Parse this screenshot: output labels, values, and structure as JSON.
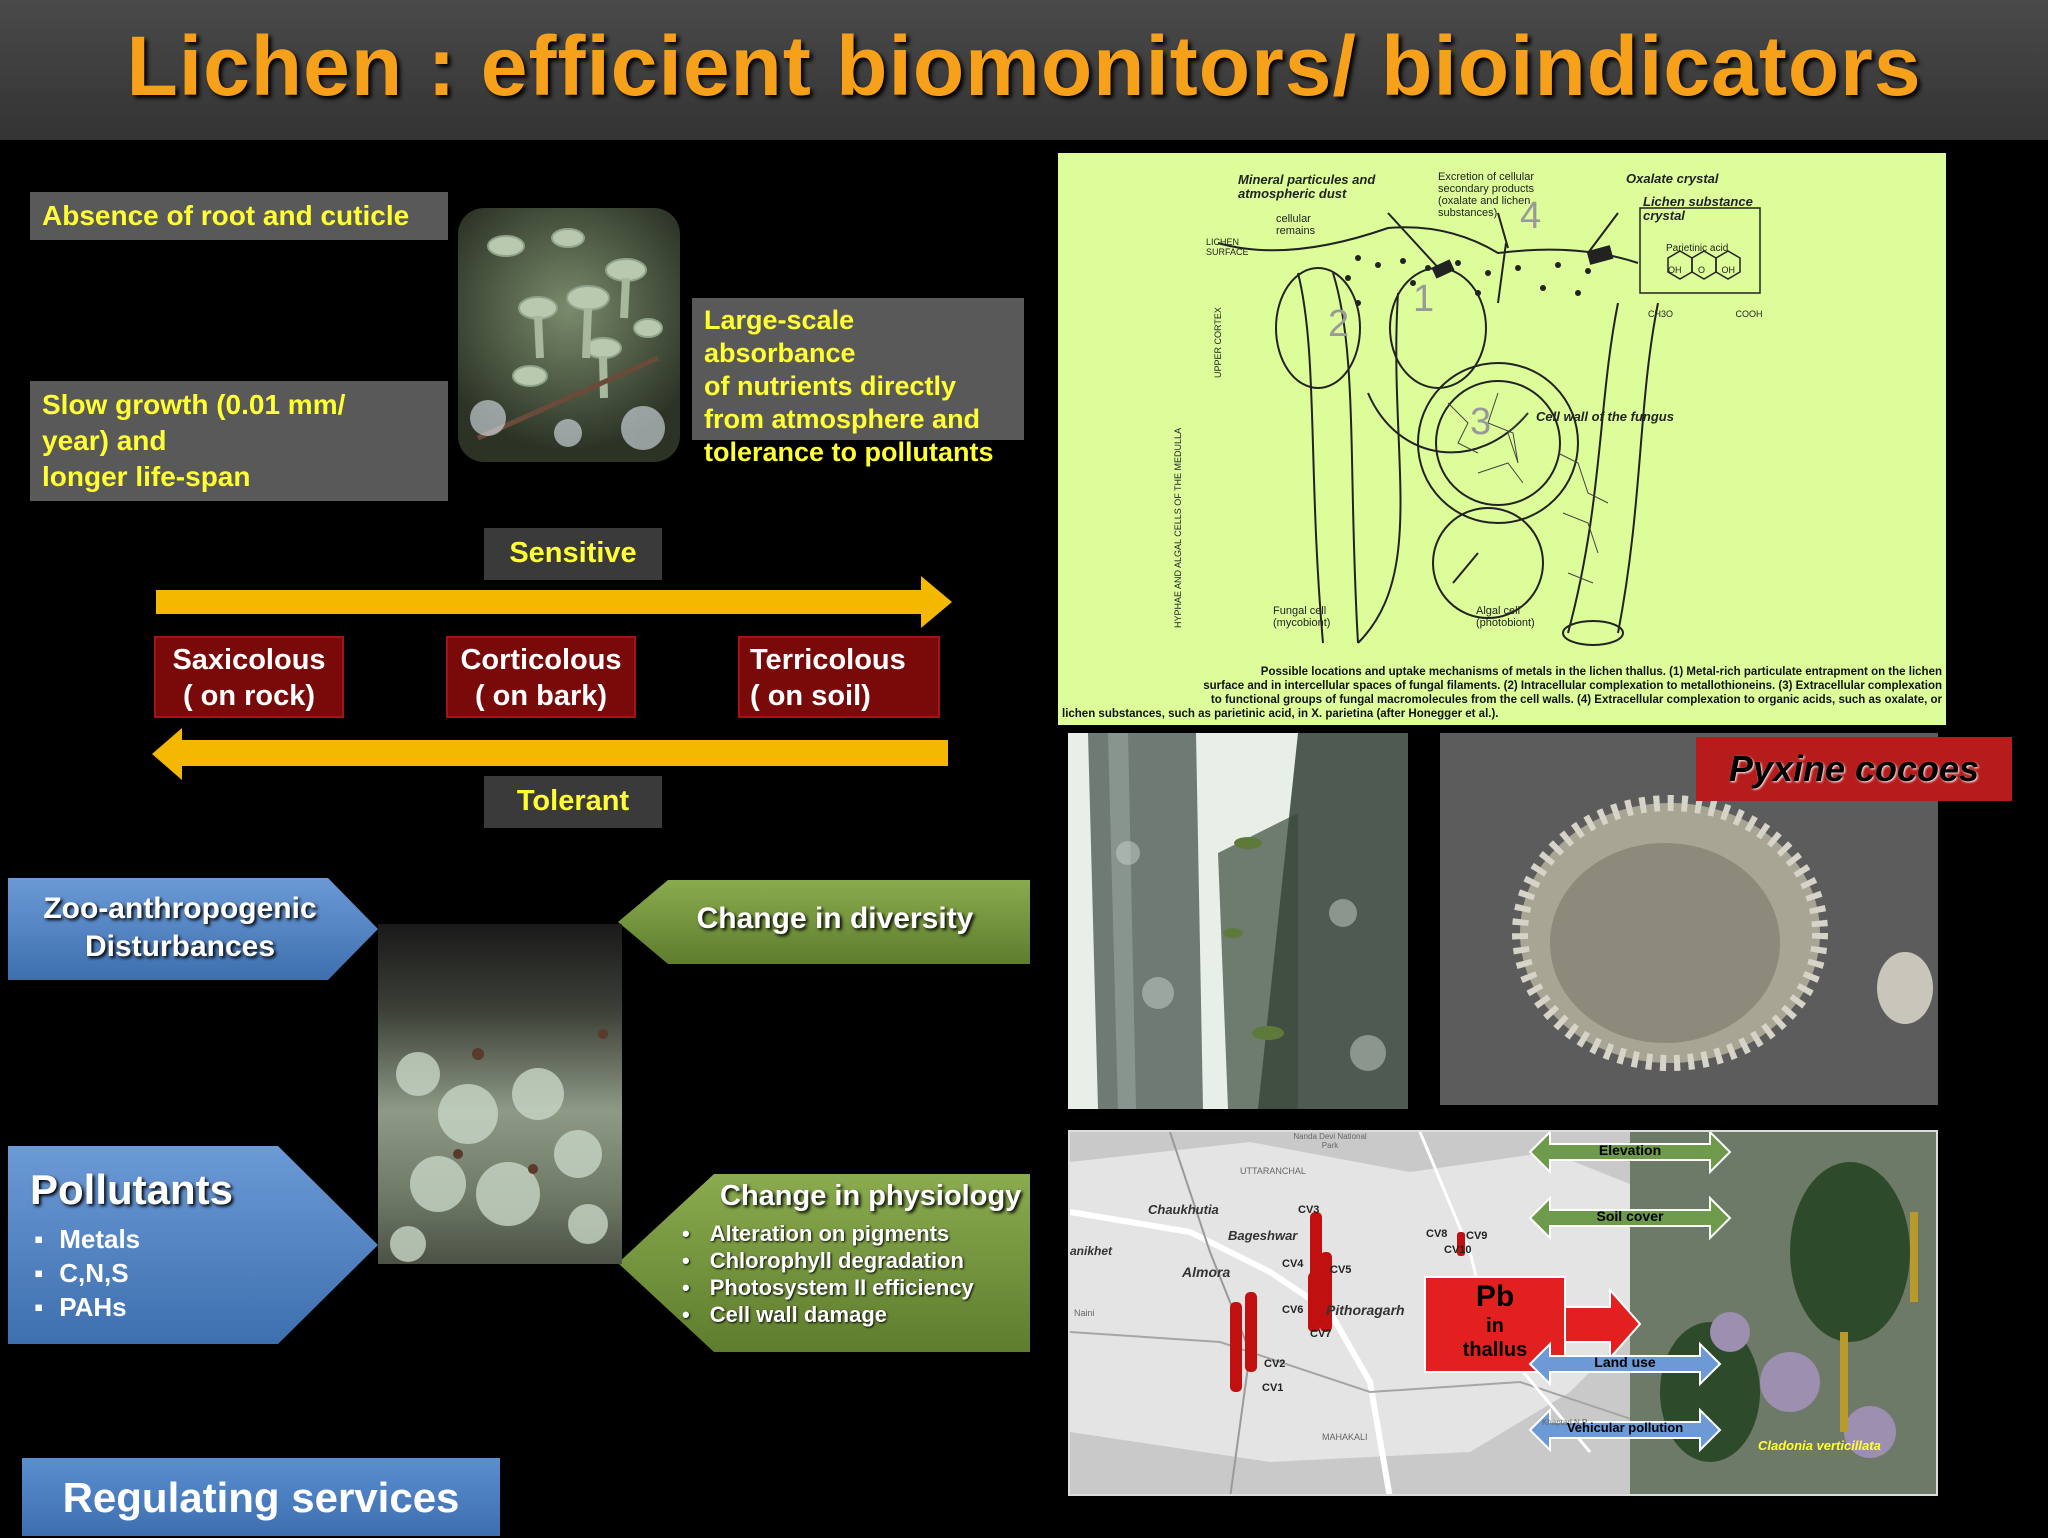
{
  "title": "Lichen : efficient biomonitors/ bioindicators",
  "features": {
    "absence": "Absence of root and cuticle",
    "slow_growth": [
      "Slow growth (0.01 mm/",
      "year) and",
      "longer life-span"
    ],
    "absorbance": [
      "Large-scale absorbance",
      "of nutrients directly",
      "from atmosphere and",
      "tolerance to pollutants"
    ]
  },
  "gradient": {
    "sensitive": "Sensitive",
    "tolerant": "Tolerant",
    "types": [
      {
        "name": "Saxicolous",
        "sub": "( on rock)"
      },
      {
        "name": "Corticolous",
        "sub": "( on bark)"
      },
      {
        "name": "Terricolous",
        "sub": "( on soil)"
      }
    ]
  },
  "impact": {
    "disturbances": [
      "Zoo-anthropogenic",
      "Disturbances"
    ],
    "pollutants_title": "Pollutants",
    "pollutants": [
      "Metals",
      "C,N,S",
      "PAHs"
    ],
    "diversity": "Change in diversity",
    "physiology_title": "Change in physiology",
    "physiology": [
      "Alteration on pigments",
      "Chlorophyll degradation",
      "Photosystem II efficiency",
      "Cell wall damage"
    ]
  },
  "regulating": "Regulating services",
  "diagram": {
    "mineral": [
      "Mineral particules and",
      "atmospheric dust"
    ],
    "excretion": [
      "Excretion of cellular",
      "secondary products",
      "(oxalate and lichen",
      "substances)"
    ],
    "oxalate": "Oxalate crystal",
    "lichen_substance": [
      "Lichen substance",
      "crystal"
    ],
    "parietinic": "Parietinic acid",
    "cellular_remains": [
      "cellular",
      "remains"
    ],
    "lichen_surface": [
      "LICHEN",
      "SURFACE"
    ],
    "upper_cortex": "UPPER CORTEX",
    "medulla": "HYPHAE AND ALGAL CELLS OF THE MEDULLA",
    "cell_wall": "Cell wall of the fungus",
    "fungal": [
      "Fungal cell",
      "(mycobiont)"
    ],
    "algal": [
      "Algal cell",
      "(photobiont)"
    ],
    "numbers": [
      "1",
      "2",
      "3",
      "4"
    ],
    "chem": [
      "OH",
      "O",
      "OH",
      "CH3O",
      "COOH"
    ],
    "caption": [
      "Possible locations and uptake mechanisms of metals in the lichen thallus. (1) Metal-rich particulate entrapment on the lichen",
      "surface and in intercellular spaces of fungal filaments. (2) Intracellular complexation to metallothioneins. (3) Extracellular complexation",
      "to functional groups of fungal macromolecules from the cell walls. (4) Extracellular complexation to organic acids, such as oxalate, or",
      "lichen substances, such as parietinic acid, in X. parietina (after Honegger et al.)."
    ]
  },
  "pyxine_label": "Pyxine cocoes",
  "map": {
    "places": [
      "Chaukhutia",
      "Bageshwar",
      "Almora",
      "Pithoragarh",
      "UTTARANCHAL",
      "Nanda Devi National Park",
      "anikhet",
      "Naini",
      "MAHAKALI",
      "Khaptad N.P"
    ],
    "sites": [
      "CV1",
      "CV2",
      "CV3",
      "CV4",
      "CV5",
      "CV6",
      "CV7",
      "CV8",
      "CV9",
      "CV10"
    ],
    "pb": [
      "Pb",
      "in",
      "thallus"
    ],
    "factors": [
      "Elevation",
      "Soil cover",
      "Land use",
      "Vehicular pollution"
    ],
    "species": "Cladonia verticillata"
  },
  "colors": {
    "title": "#f7a11a",
    "yellow_text": "#ffff33",
    "arrow": "#f5b800",
    "red_box": "#7a0a0a",
    "blue": "#4a7fc1",
    "green": "#6e8f3a",
    "diagram_bg": "#dcfd9a"
  }
}
